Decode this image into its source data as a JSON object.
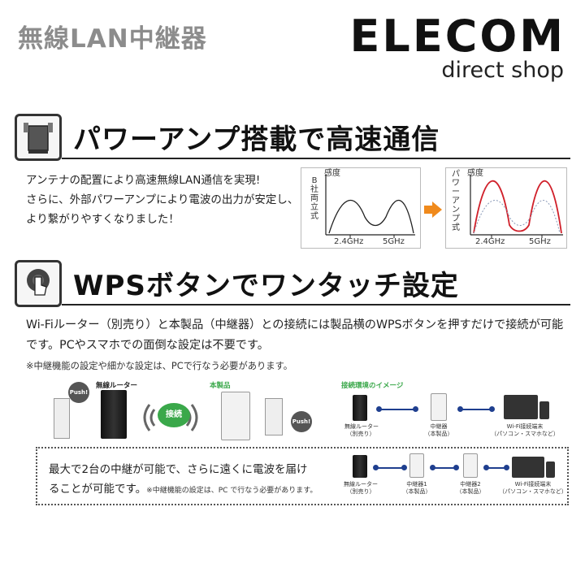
{
  "header": {
    "title": "無線LAN中継器",
    "brand": "ELECOM",
    "brand_sub": "direct shop"
  },
  "section1": {
    "title": "パワーアンプ搭載で高速通信",
    "icon": "repeater-device-icon",
    "text_lines": [
      "アンテナの配置により高速無線LAN通信を実現!",
      "さらに、外部パワーアンプにより電波の出力が安定し、",
      "より繋がりやすくなりました！"
    ],
    "graph_left": {
      "ylabel_top": "感度",
      "ylabel_side": "B社 両立式",
      "x_ticks": [
        "2.4GHz",
        "5GHz"
      ]
    },
    "graph_right": {
      "ylabel_top": "感度",
      "ylabel_side": "パワーアンプ式",
      "x_ticks": [
        "2.4GHz",
        "5GHz"
      ],
      "line_color": "#d0202a"
    },
    "arrow_color": "#f08a1c"
  },
  "section2": {
    "title": "WPSボタンでワンタッチ設定",
    "icon": "finger-press-icon",
    "text_lines": [
      "Wi-Fiルーター（別売り）と本製品（中継器）との接続には製品横のWPSボタンを押すだけで接続が可能",
      "です。PCやスマホでの面倒な設定は不要です。"
    ],
    "note": "※中継機能の設定や細かな設定は、PCで行なう必要があります。",
    "wps": {
      "router_label": "無線ルーター",
      "product_label": "本製品",
      "push_label": "Push!",
      "connect_label": "接続"
    },
    "env": {
      "title": "接続環境のイメージ",
      "router": [
        "無線ルーター",
        "（別売り）"
      ],
      "repeater": [
        "中継器",
        "（本製品）"
      ],
      "terminal": [
        "Wi-Fi接続端末",
        "（パソコン・スマホなど）"
      ]
    }
  },
  "section3": {
    "text_line1": "最大で2台の中継が可能で、さらに遠くに電波を届け",
    "text_line2": "ることが可能です。",
    "note": "※中継機能の設定は、PC で行なう必要があります。",
    "router": [
      "無線ルーター",
      "（別売り）"
    ],
    "repeater1": [
      "中継器1",
      "（本製品）"
    ],
    "repeater2": [
      "中継器2",
      "（本製品）"
    ],
    "terminal": [
      "Wi-Fi接続端末",
      "（パソコン・スマホなど）"
    ]
  },
  "colors": {
    "accent_green": "#3aa84a",
    "line_blue": "#1f3f8f",
    "heading_gray": "#8c8c8c"
  }
}
